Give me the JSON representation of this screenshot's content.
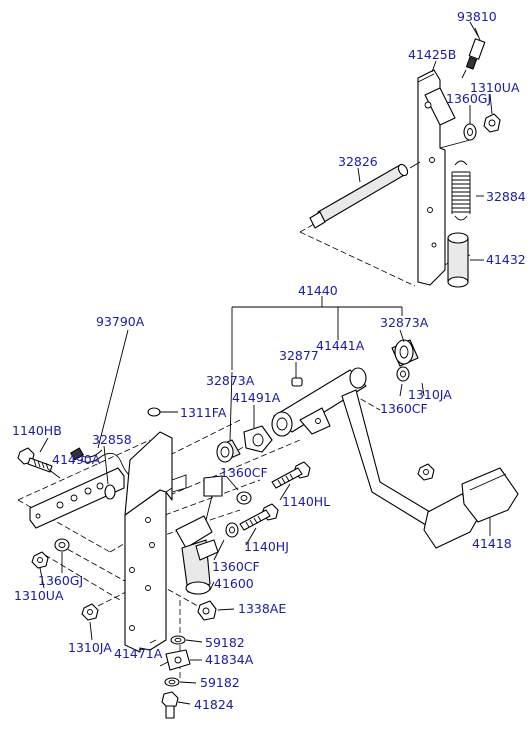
{
  "colors": {
    "label": "#1b1ba6",
    "line": "#000000",
    "background": "#ffffff"
  },
  "parts": {
    "p93810": "93810",
    "p41425B": "41425B",
    "p1310UA_top": "1310UA",
    "p1360GJ_top": "1360GJ",
    "p32826": "32826",
    "p32884": "32884",
    "p41432": "41432",
    "p41440": "41440",
    "p93790A": "93790A",
    "p32873A_right": "32873A",
    "p32877": "32877",
    "p41441A": "41441A",
    "p32873A_left": "32873A",
    "p41491A": "41491A",
    "p1311FA": "1311FA",
    "p1310JA_right": "1310JA",
    "p1360CF_right": "1360CF",
    "p1140HB": "1140HB",
    "p32858": "32858",
    "p41490A": "41490A",
    "p1360CF_mid": "1360CF",
    "p1140HL": "1140HL",
    "p1140HJ": "1140HJ",
    "p1360CF_low": "1360CF",
    "p41418": "41418",
    "p1360GJ_left": "1360GJ",
    "p1310UA_left": "1310UA",
    "p41600": "41600",
    "p1338AE": "1338AE",
    "p1310JA_left": "1310JA",
    "p41471A": "41471A",
    "p59182_top": "59182",
    "p41834A": "41834A",
    "p59182_bottom": "59182",
    "p41824": "41824"
  }
}
